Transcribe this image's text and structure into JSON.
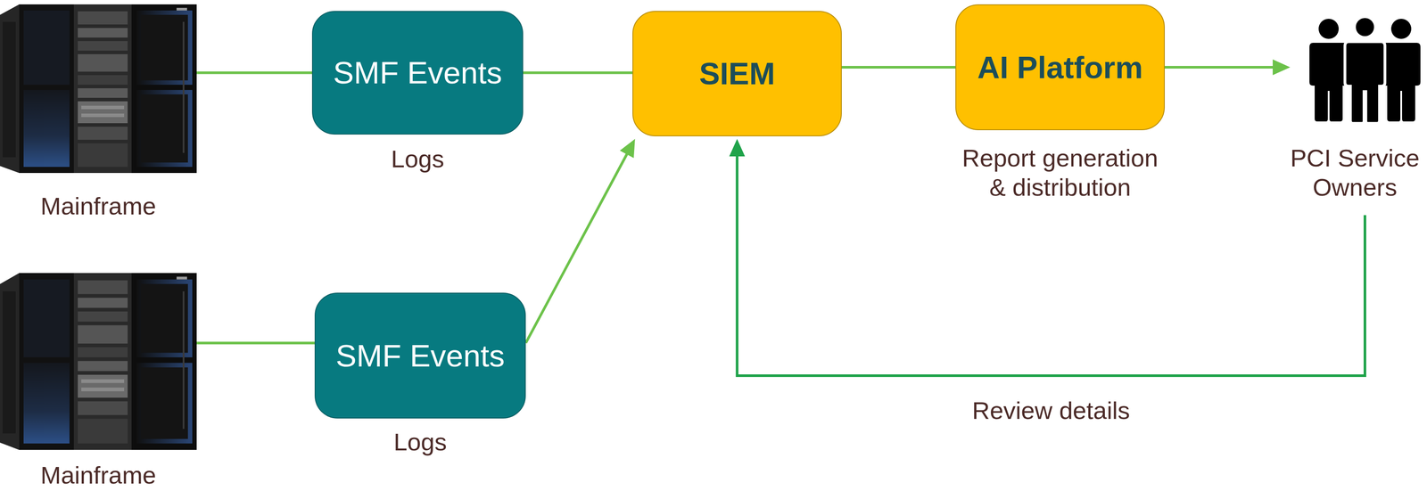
{
  "diagram": {
    "nodes": [
      {
        "text": [
          "Mainframe"
        ]
      },
      {
        "text": [
          "SMF Events",
          "Logs"
        ]
      },
      {
        "text": [
          "SIEM"
        ]
      },
      {
        "text": [
          "AI Platform",
          "Report generation & distribution"
        ]
      },
      {
        "text": [
          "PCI Service Owners"
        ]
      },
      {
        "text": [
          "Mainframe"
        ]
      },
      {
        "text": [
          "SMF Events",
          "Logs"
        ]
      }
    ],
    "edges": [
      {
        "from": 0,
        "to": 1,
        "arrow": "none"
      },
      {
        "from": 1,
        "to": 2,
        "arrow": "none"
      },
      {
        "from": 2,
        "to": 3,
        "arrow": "none"
      },
      {
        "from": 3,
        "to": 4,
        "arrow": "to"
      },
      {
        "from": 5,
        "to": 6,
        "arrow": "none"
      },
      {
        "from": 6,
        "to": 2,
        "arrow": "to"
      },
      {
        "from": 4,
        "to": 2,
        "arrow": "to",
        "label": "Review details"
      }
    ]
  }
}
